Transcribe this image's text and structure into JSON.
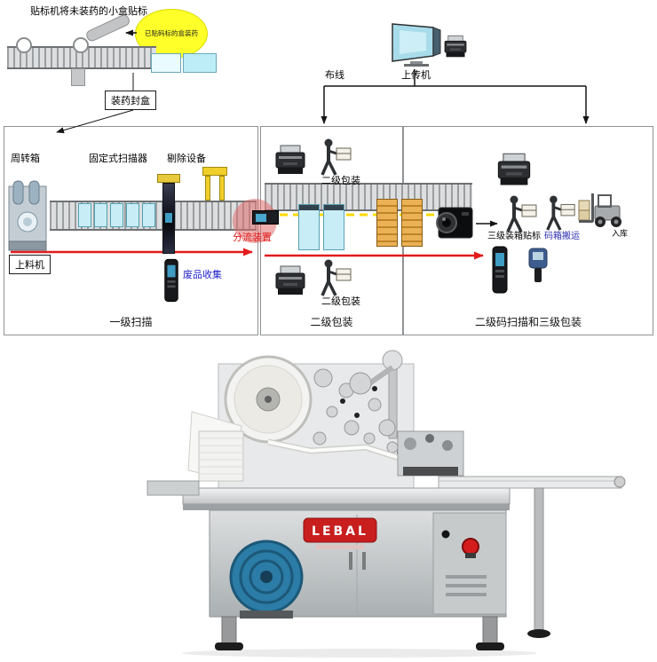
{
  "header": {
    "caption": "贴标机将未装药的小盒贴标",
    "circle_note": "已贴码标的盒装药",
    "fill_seal": "装药封盒",
    "wiring": "布线",
    "upload_machine": "上传机"
  },
  "panel_level1": {
    "title": "一级扫描",
    "turnover_box": "周转箱",
    "fixed_scanner": "固定式扫描器",
    "reject_device": "剔除设备",
    "feeder": "上料机",
    "diverter": "分流装置",
    "waste_collection": "废品收集"
  },
  "panel_level2": {
    "title": "二级包装",
    "station_top": "二级包装",
    "station_bottom": "二级包装"
  },
  "panel_level3": {
    "title": "二级码扫描和三级包装",
    "case_labeling": "三级装箱贴标",
    "pallet_handling": "码箱搬运",
    "warehouse": "入库"
  },
  "machine": {
    "brand": "LEBAL"
  },
  "colors": {
    "arrow_red": "#e31c1c",
    "diverter_text_red": "#e31c1c",
    "waste_text_blue": "#2020cc",
    "pallet_text_blue": "#2a2ab0",
    "highlight_yellow": "#ffff29",
    "label_path_yellow": "#ffd800",
    "product_cyan": "#c8edf6",
    "carton_orange": "#eab255",
    "brand_red": "#c81e1e",
    "motor_blue": "#2b7ca6",
    "screen_cyan": "#a9dcea"
  }
}
